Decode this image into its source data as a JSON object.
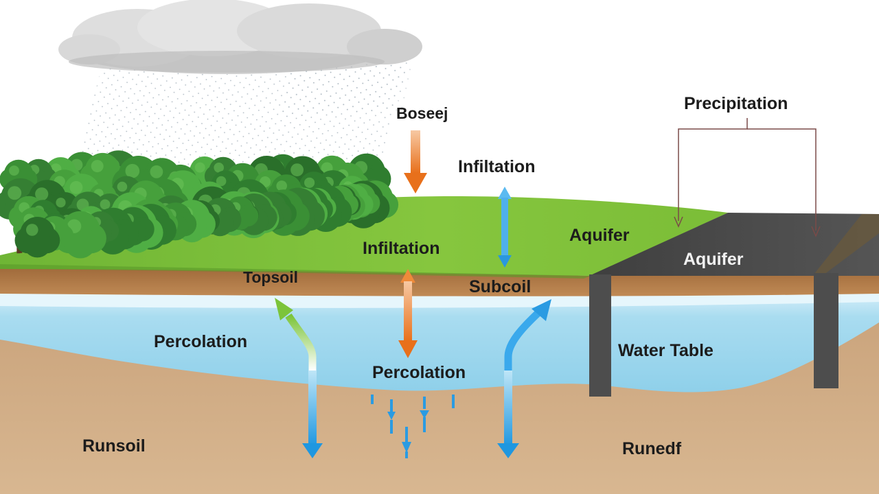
{
  "labels": {
    "boseej": "Boseej",
    "precipitation": "Precipitation",
    "infiltation_top": "Infiltation",
    "infiltation_mid": "Infiltation",
    "aquifer_grass": "Aquifer",
    "aquifer_slab": "Aquifer",
    "topsoil": "Topsoil",
    "subcoil": "Subcoil",
    "percolation_left": "Percolation",
    "percolation_center": "Percolation",
    "water_table": "Water Table",
    "runsoil": "Runsoil",
    "runedf": "Runedf"
  },
  "colors": {
    "sky": "#ffffff",
    "cloud": "#d4d4d4",
    "rain": "#b9c3cc",
    "grass": "#79bd3a",
    "grass_dark": "#5aa22c",
    "topsoil": "#b37c4a",
    "water": "#a7dcef",
    "deep_soil": "#d2ad86",
    "slab": "#4a4a4a",
    "arrow_orange": "#ec7a22",
    "arrow_blue": "#2fa3e6",
    "arrow_green": "#7cc43a",
    "bracket": "#7a4a48"
  },
  "icons": {
    "cloud": "cloud-icon",
    "rain": "rain-icon",
    "trees": "tree-icon"
  }
}
